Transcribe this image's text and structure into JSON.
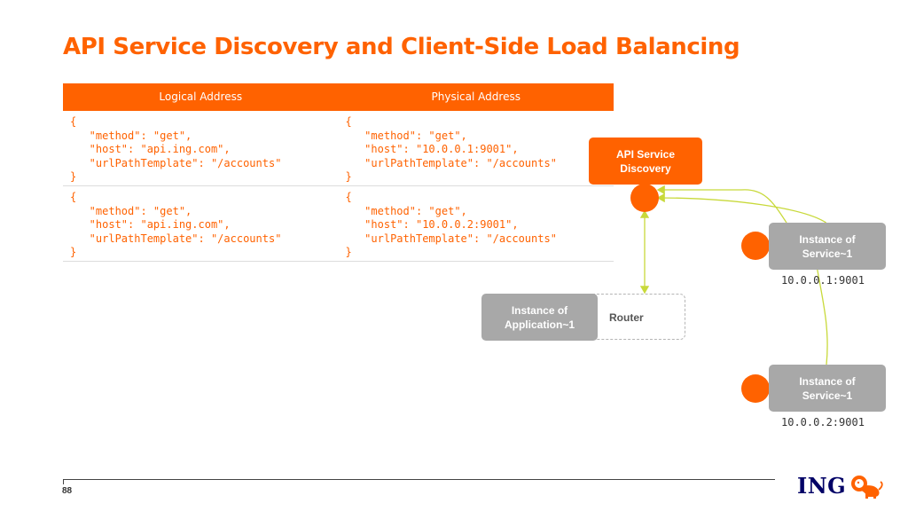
{
  "title": "API Service Discovery and Client-Side Load Balancing",
  "table": {
    "headers": [
      "Logical Address",
      "Physical Address"
    ],
    "rows": [
      {
        "logical": "{\n   \"method\": \"get\",\n   \"host\": \"api.ing.com\",\n   \"urlPathTemplate\": \"/accounts\"\n}",
        "physical": "{\n   \"method\": \"get\",\n   \"host\": \"10.0.0.1:9001\",\n   \"urlPathTemplate\": \"/accounts\"\n}"
      },
      {
        "logical": "{\n   \"method\": \"get\",\n   \"host\": \"api.ing.com\",\n   \"urlPathTemplate\": \"/accounts\"\n}",
        "physical": "{\n   \"method\": \"get\",\n   \"host\": \"10.0.0.2:9001\",\n   \"urlPathTemplate\": \"/accounts\"\n}"
      }
    ]
  },
  "diagram": {
    "discovery_label": "API Service\nDiscovery",
    "application_label": "Instance of\nApplication~1",
    "router_label": "Router",
    "service1_label": "Instance of\nService~1",
    "service2_label": "Instance of\nService~1",
    "service1_address": "10.0.0.1:9001",
    "service2_address": "10.0.0.2:9001"
  },
  "footer": {
    "page_number": "88",
    "logo_text": "ING",
    "logo_icon": "lion-icon"
  },
  "colors": {
    "accent": "#ff6200",
    "box_grey": "#a8a8a8",
    "connector": "#c8d93a",
    "logo_blue": "#000066"
  }
}
